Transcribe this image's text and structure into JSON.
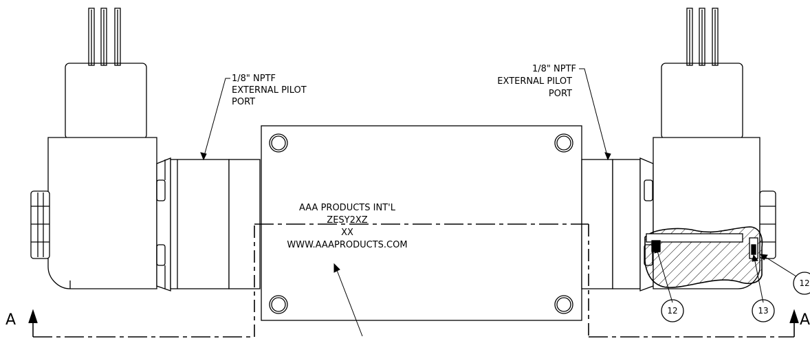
{
  "drawing": {
    "callouts": {
      "left_pilot_port": [
        "1/8\" NPTF",
        "EXTERNAL PILOT",
        "PORT"
      ],
      "right_pilot_port": [
        "1/8\" NPTF",
        "EXTERNAL PILOT",
        "PORT"
      ]
    },
    "nameplate": {
      "line1": "AAA PRODUCTS INT'L",
      "line2": "ZESY2XZ",
      "line3": "XX",
      "line4": "WWW.AAAPRODUCTS.COM"
    },
    "section_view": {
      "left_label": "A",
      "right_label": "A"
    },
    "balloons": {
      "b1": "12",
      "b2": "13",
      "b3": "12"
    }
  }
}
